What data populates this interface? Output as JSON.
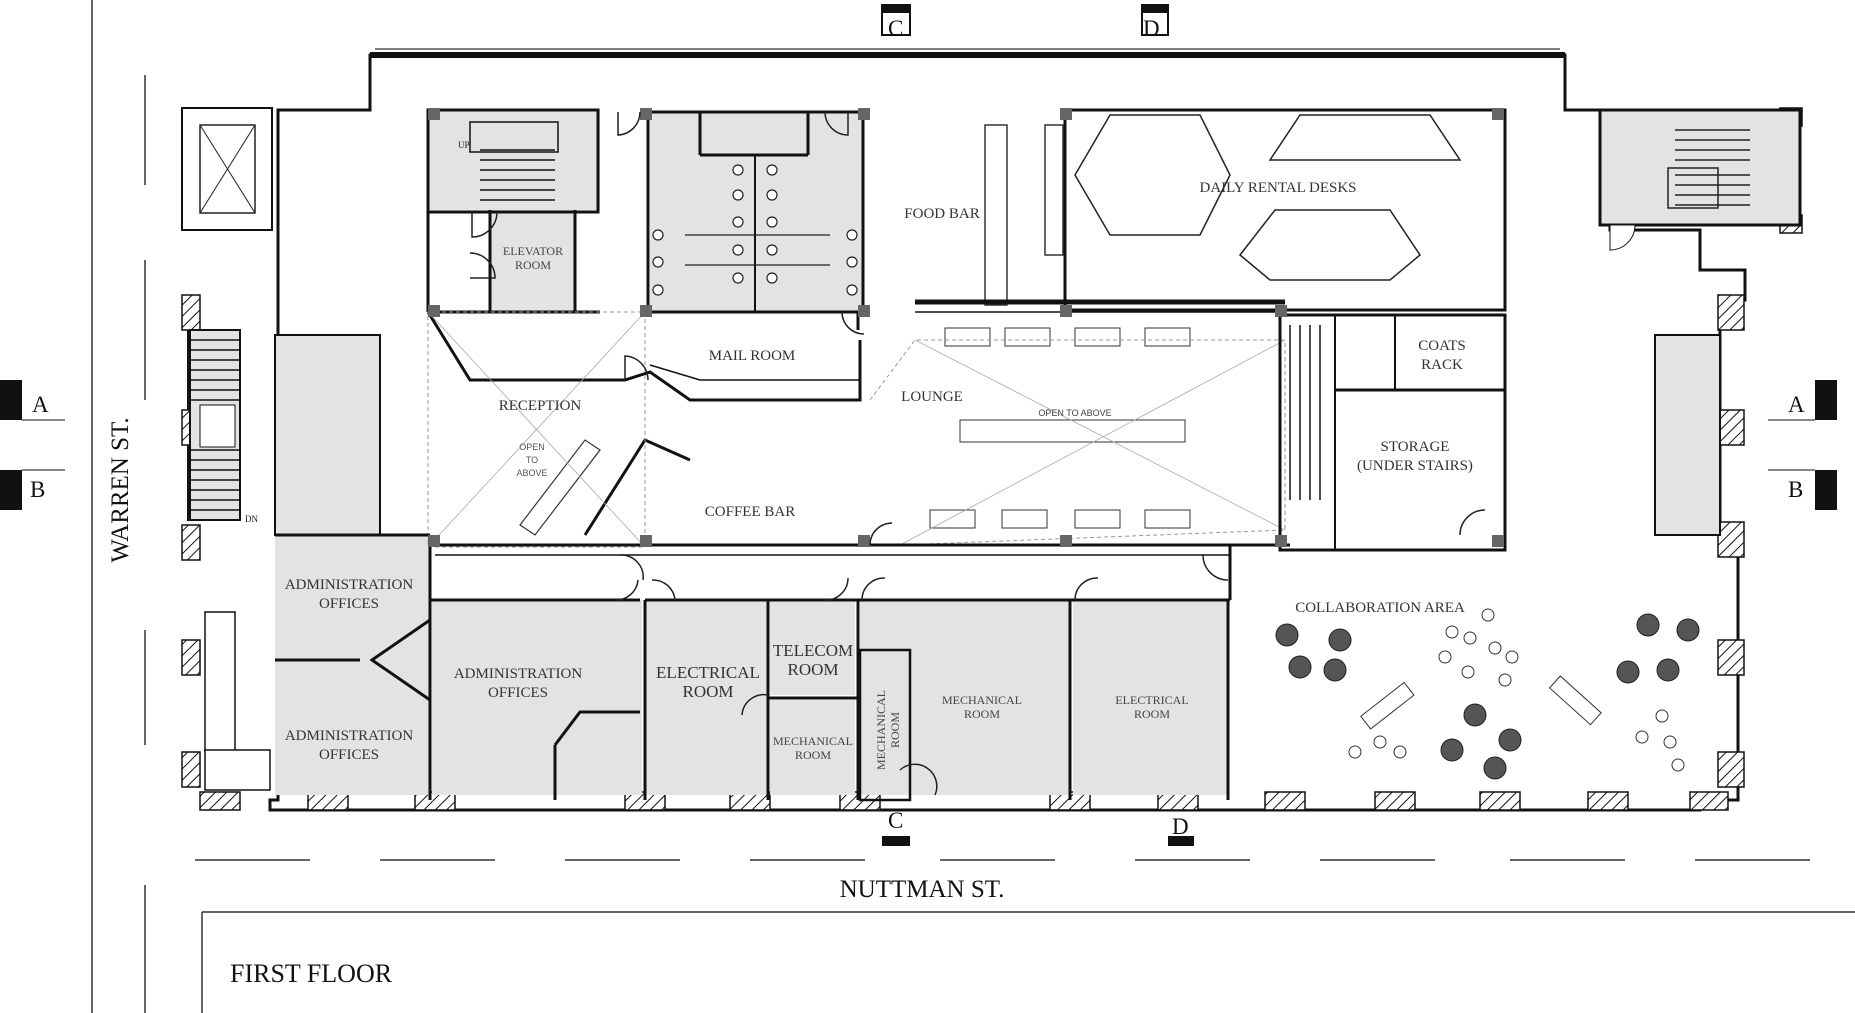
{
  "streets": {
    "west": "WARREN ST.",
    "south": "NUTTMAN ST."
  },
  "floor_title": "FIRST FLOOR",
  "section_markers": {
    "a": "A",
    "b": "B",
    "c": "C",
    "d": "D"
  },
  "rooms": {
    "elevator_room": [
      "ELEVATOR",
      "ROOM"
    ],
    "food_bar": "FOOD BAR",
    "daily_rental_desks": "DAILY RENTAL DESKS",
    "mail_room": "MAIL ROOM",
    "reception": "RECEPTION",
    "lounge": "LOUNGE",
    "coats_rack": [
      "COATS",
      "RACK"
    ],
    "open_to_above_lounge": "OPEN TO ABOVE",
    "open_to_above_reception": [
      "OPEN",
      "TO",
      "ABOVE"
    ],
    "storage": [
      "STORAGE",
      "(UNDER STAIRS)"
    ],
    "coffee_bar": "COFFEE BAR",
    "admin_offices_1": [
      "ADMINISTRATION",
      "OFFICES"
    ],
    "admin_offices_2": [
      "ADMINISTRATION",
      "OFFICES"
    ],
    "admin_offices_3": [
      "ADMINISTRATION",
      "OFFICES"
    ],
    "electrical_room_1": [
      "ELECTRICAL",
      "ROOM"
    ],
    "telecom_room": [
      "TELECOM",
      "ROOM"
    ],
    "mechanical_room_small": [
      "MECHANICAL",
      "ROOM"
    ],
    "mechanical_room_vertical": [
      "MECHANICAL",
      "ROOM"
    ],
    "mechanical_room_2": [
      "MECHANICAL",
      "ROOM"
    ],
    "electrical_room_2": [
      "ELECTRICAL",
      "ROOM"
    ],
    "collaboration_area": "COLLABORATION AREA"
  },
  "stair_labels": {
    "up": "UP",
    "dn": "DN"
  }
}
